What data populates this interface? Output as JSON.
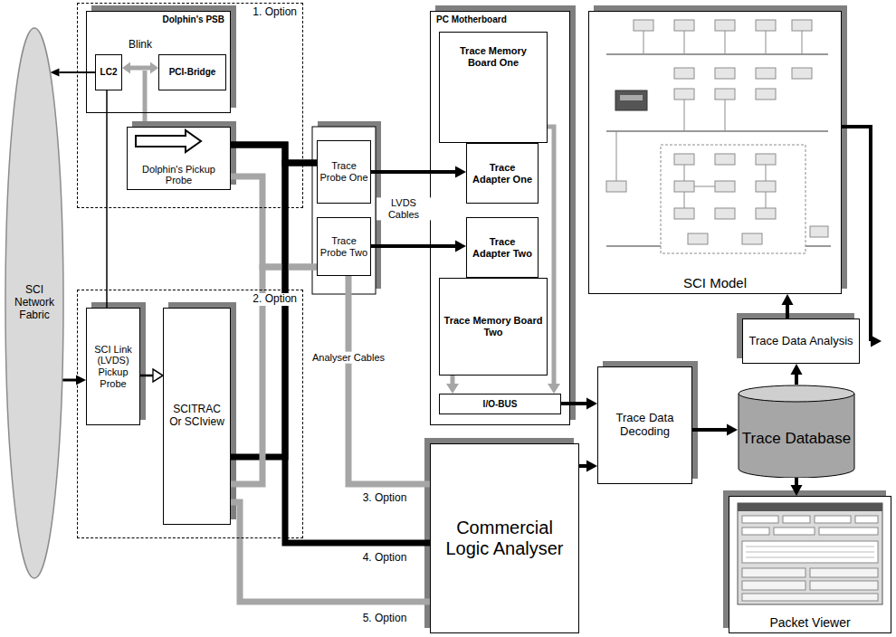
{
  "diagram": {
    "nodes": [
      {
        "text": [
          "SCI Network Fabric"
        ]
      },
      {
        "text": [
          "1. Option"
        ]
      },
      {
        "text": [
          "Dolphin's PSB"
        ],
        "in": 1
      },
      {
        "text": [
          "LC2"
        ],
        "in": 2
      },
      {
        "text": [
          "PCI-Bridge"
        ],
        "in": 2
      },
      {
        "text": [
          "Dolphin's Pickup Probe"
        ],
        "in": 1
      },
      {
        "text": [
          "PC Motherboard"
        ]
      },
      {
        "text": [
          "Trace Memory Board One"
        ],
        "in": 6
      },
      {
        "text": [
          "Trace Adapter One"
        ],
        "in": 6
      },
      {
        "text": [
          "Trace Adapter Two"
        ],
        "in": 6
      },
      {
        "text": [
          "Trace Memory Board Two"
        ],
        "in": 6
      },
      {
        "text": [
          "I/O-BUS"
        ],
        "in": 6
      },
      {
        "text": [
          "SCI Model"
        ]
      },
      {
        "text": [
          "Trace Probe One"
        ]
      },
      {
        "text": [
          "Trace Probe Two"
        ]
      },
      {
        "text": [
          "2. Option"
        ]
      },
      {
        "text": [
          "SCI Link (LVDS) Pickup Probe"
        ],
        "in": 15
      },
      {
        "text": [
          "SCITRAC Or SCIview"
        ],
        "in": 15
      },
      {
        "text": [
          "Trace Data Analysis"
        ]
      },
      {
        "text": [
          "Trace Database"
        ]
      },
      {
        "text": [
          "Trace Data Decoding"
        ]
      },
      {
        "text": [
          "Commercial Logic Analyser"
        ]
      },
      {
        "text": [
          "Packet Viewer"
        ]
      }
    ],
    "edges": [
      {
        "from": 3,
        "to": 0,
        "arrow": "to"
      },
      {
        "from": 0,
        "to": 16,
        "arrow": "to"
      },
      {
        "from": 3,
        "to": 16,
        "arrow": "none"
      },
      {
        "from": 3,
        "to": 4,
        "arrow": "both",
        "label": "Blink"
      },
      {
        "from": 16,
        "to": 17,
        "arrow": "to"
      },
      {
        "from": 5,
        "to": 13,
        "arrow": "none"
      },
      {
        "from": 5,
        "to": 14,
        "arrow": "none"
      },
      {
        "from": 17,
        "to": 13,
        "arrow": "none"
      },
      {
        "from": 17,
        "to": 14,
        "arrow": "none"
      },
      {
        "from": 14,
        "to": 21,
        "arrow": "none",
        "label": "3. Option"
      },
      {
        "from": 5,
        "to": 21,
        "arrow": "none",
        "label": "4. Option"
      },
      {
        "from": 17,
        "to": 21,
        "arrow": "none",
        "label": "5. Option"
      },
      {
        "from": 13,
        "to": 8,
        "arrow": "to"
      },
      {
        "from": 14,
        "to": 9,
        "arrow": "to"
      },
      {
        "from": 7,
        "to": 11,
        "arrow": "to"
      },
      {
        "from": 10,
        "to": 11,
        "arrow": "to"
      },
      {
        "from": 11,
        "to": 20,
        "arrow": "to"
      },
      {
        "from": 21,
        "to": 20,
        "arrow": "to"
      },
      {
        "from": 20,
        "to": 19,
        "arrow": "to"
      },
      {
        "from": 19,
        "to": 18,
        "arrow": "to"
      },
      {
        "from": 19,
        "to": 22,
        "arrow": "to"
      },
      {
        "from": 18,
        "to": 12,
        "arrow": "to"
      },
      {
        "from": 12,
        "to": 18,
        "arrow": "to"
      }
    ],
    "labels": [
      "LVDS Cables",
      "Analyser Cables"
    ]
  }
}
